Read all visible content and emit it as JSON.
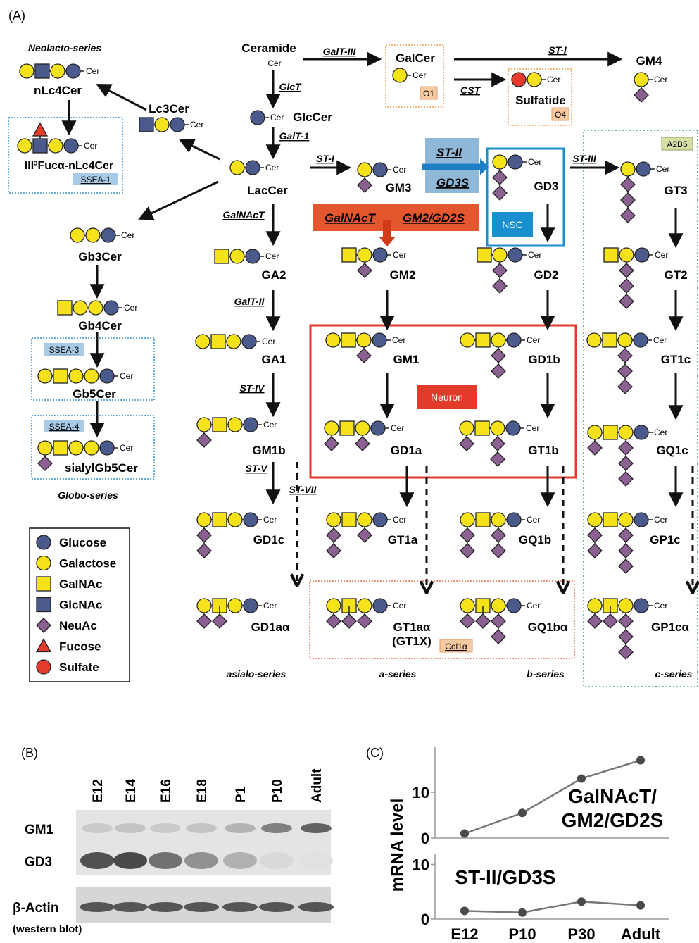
{
  "panels": {
    "a": "(A)",
    "b": "(B)",
    "c": "(C)"
  },
  "cer": "Cer",
  "series": {
    "neolacto": "Neolacto-series",
    "globo": "Globo-series",
    "asialo": "asialo-series",
    "a": "a-series",
    "b": "b-series",
    "c": "c-series"
  },
  "compounds": {
    "ceramide": "Ceramide",
    "galcer": "GalCer",
    "sulfatide": "Sulfatide",
    "gm4": "GM4",
    "glccer": "GlcCer",
    "laccer": "LacCer",
    "lc3cer": "Lc3Cer",
    "nlc4cer": "nLc4Cer",
    "iii3fuc": "III³Fucα-nLc4Cer",
    "gb3cer": "Gb3Cer",
    "gb4cer": "Gb4Cer",
    "gb5cer": "Gb5Cer",
    "sialylgb5cer": "sialylGb5Cer",
    "gm3": "GM3",
    "gd3": "GD3",
    "gt3": "GT3",
    "ga2": "GA2",
    "gm2": "GM2",
    "gd2": "GD2",
    "gt2": "GT2",
    "ga1": "GA1",
    "gm1": "GM1",
    "gd1b": "GD1b",
    "gt1c": "GT1c",
    "gm1b": "GM1b",
    "gd1a": "GD1a",
    "gt1b": "GT1b",
    "gq1c": "GQ1c",
    "gd1c": "GD1c",
    "gt1a": "GT1a",
    "gq1b": "GQ1b",
    "gp1c": "GP1c",
    "gd1aa": "GD1aα",
    "gt1aa": "GT1aα",
    "gt1x": "(GT1X)",
    "gq1ba": "GQ1bα",
    "gp1ca": "GP1cα"
  },
  "enzymes": {
    "galt3": "GalT-III",
    "st1_top": "ST-I",
    "cst": "CST",
    "glct": "GlcT",
    "galt1": "GalT-1",
    "st1": "ST-I",
    "st2": "ST-II",
    "gd3s": "GD3S",
    "st3": "ST-III",
    "galnact": "GalNAcT",
    "gm2gd2s": "GM2/GD2S",
    "galt2": "GalT-II",
    "st4": "ST-IV",
    "st5": "ST-V",
    "st7": "ST-VII"
  },
  "markers": {
    "o1": "O1",
    "o4": "O4",
    "ssea1": "SSEA-1",
    "ssea3": "SSEA-3",
    "ssea4": "SSEA-4",
    "a2b5": "A2B5",
    "col1a": "Col1α",
    "nsc": "NSC",
    "neuron": "Neuron"
  },
  "legend": [
    {
      "shape": "circle",
      "color": "#4a5a8c",
      "label": "Glucose"
    },
    {
      "shape": "circle",
      "color": "#f5e21b",
      "label": "Galactose"
    },
    {
      "shape": "square",
      "color": "#f5e21b",
      "label": "GalNAc"
    },
    {
      "shape": "square",
      "color": "#4a5a8c",
      "label": "GlcNAc"
    },
    {
      "shape": "diamond",
      "color": "#8b6191",
      "label": "NeuAc"
    },
    {
      "shape": "triangle",
      "color": "#e53b2c",
      "label": "Fucose"
    },
    {
      "shape": "circle",
      "color": "#e53b2c",
      "label": "Sulfate"
    }
  ],
  "colors": {
    "glc": "#4a5a8c",
    "gal": "#f5e21b",
    "neuac": "#8b6191",
    "red": "#e53b2c",
    "nsc_box": "#1a8fd0",
    "neuron_box": "#e23b2a",
    "galnact_bar": "#e4572e",
    "st2_bar": "#8fb8d8"
  },
  "blot": {
    "lanes": [
      "E12",
      "E14",
      "E16",
      "E18",
      "P1",
      "P10",
      "Adult"
    ],
    "rows": [
      "GM1",
      "GD3"
    ],
    "gm1_intensity": [
      0.15,
      0.2,
      0.15,
      0.2,
      0.3,
      0.65,
      0.85
    ],
    "gd3_intensity": [
      0.9,
      0.95,
      0.7,
      0.5,
      0.3,
      0.05,
      0.0
    ],
    "actin_label": "β-Actin",
    "method": "(western blot)"
  },
  "chart_data": {
    "type": "line",
    "ylabel": "mRNA level",
    "categories": [
      "E12",
      "P10",
      "P30",
      "Adult"
    ],
    "panels": [
      {
        "name": "GalNAcT/ GM2/GD2S",
        "values": [
          1,
          5.5,
          13,
          17
        ],
        "ylim": [
          0,
          20
        ],
        "yticks": [
          0,
          10
        ]
      },
      {
        "name": "ST-II/GD3S",
        "values": [
          1.5,
          1.2,
          3.2,
          2.5
        ],
        "ylim": [
          0,
          12
        ],
        "yticks": [
          0,
          10
        ]
      }
    ]
  }
}
